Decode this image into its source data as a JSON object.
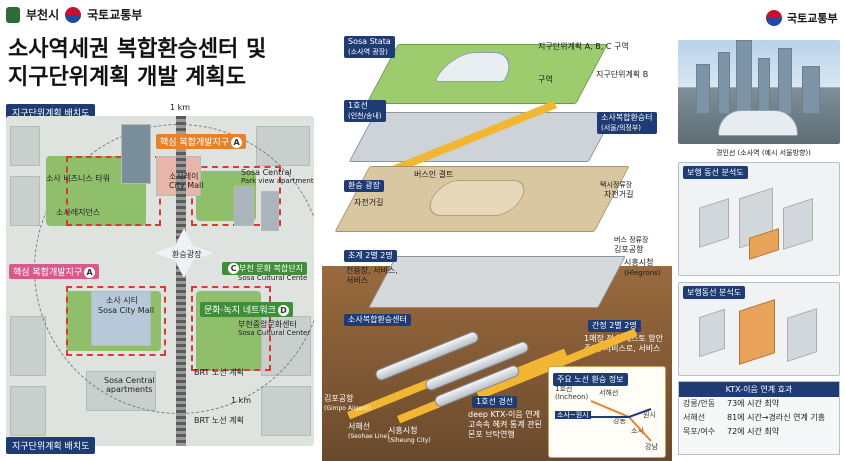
{
  "header": {
    "city_name": "부천시",
    "ministry_name": "국토교통부",
    "title_line1": "소사역세권 복합환승센터 및",
    "title_line2": "지구단위계획 개발 계획도",
    "ministry_name_right": "국토교통부"
  },
  "map": {
    "section_tag_top": "지구단위계획 배치도",
    "section_tag_bottom": "지구단위계획 배치도",
    "scale_1km_top": "1 km",
    "scale_1km_bottom": "1 km",
    "chip_core_a": "핵심 복합개발지구",
    "chip_core_a_badge": "A",
    "chip_core_a2": "핵심 복합개발지구",
    "chip_core_a2_badge": "A",
    "chip_c_label": "부천 문화 복합단지",
    "chip_c_badge": "C",
    "chip_culture": "문화·녹지 네트워크",
    "chip_culture_badge": "D",
    "labels": {
      "sosa_business_tower": "소사 비즈니스 타워",
      "sosa_residence": "소사레지던스",
      "sosa_citymall_ko": "소사레이",
      "sosa_citymall_en": "City Mall",
      "sosa_central_park": "Sosa Central",
      "park_view": "Park view apartments",
      "hub_ko": "환승광장",
      "sosa_city_mall_ko": "소사 시티",
      "sosa_city_mall_en": "Sosa City Mall",
      "bucheon_central": "부천중앙문화센터",
      "sosa_cultural_center": "Sosa Cultural Center",
      "sosa_cultural_cente2": "Sosa Cultural Cente",
      "sosa_central_apts": "Sosa Central",
      "apartments": "apartments",
      "brt_route1": "BRT 노선 계획",
      "brt_route2": "BRT 노선 계획"
    }
  },
  "diagram": {
    "sosa_stata": "Sosa Stata",
    "sosa_stata_sub": "(소사역 광장)",
    "district_abc": "지구단위계획 A, B, C 구역",
    "district_b": "지구단위계획 B",
    "station_label": "구역",
    "line1_tag": "1호선",
    "line1_sub": "(인천/송내)",
    "transit_center": "소사복합환승터",
    "transit_center_sub": "(서울/의정부)",
    "hub_plaza": "환승 광장",
    "bus_stop": "버스인 결트",
    "self_walk": "자전거길",
    "self_walk2": "자전거길",
    "taxi": "택시정류장",
    "bus_stop2": "버스 정류장",
    "gimpo_airport": "김포공항",
    "basement2": "초계 2별 2명",
    "basement2_items1": "전용장, 서비스,",
    "basement2_items2": "서비스",
    "siheung_line": "시흥시청",
    "siheung_line_en": "(Hlegrons)",
    "complex_center": "소사복합환승센터",
    "level2": "간정 2별 2명",
    "level2_items1": "1매장 전송 재스토 항안",
    "level2_items2": "주정, 서비스로, 서비스",
    "gimpo_airport2": "김포공항",
    "gimpo_airport_en": "(Gimpo Airport)",
    "seohae_line": "서해선",
    "seohae_line_en": "(Seohae Line)",
    "siheung_si": "시흥시청",
    "siheung_si_en": "(Siheung City)",
    "line1_line": "1호선 경선",
    "ktx_link1": "deep KTX-이음 연계",
    "ktx_link2": "고속속 혜켜 통계 관된",
    "ktx_link3": "몬포 브탁연행",
    "info_title": "주요 노선 환승 정보",
    "info_line1": "1호선",
    "info_line1b": "(Incheon)",
    "info_seohae": "서해선",
    "info_ktx": "소사~원시",
    "info_gangdong": "강동",
    "info_soha": "소사",
    "info_wonsi": "원시",
    "info_gangnam": "강남"
  },
  "right": {
    "photo_caption": "경인선 (소사역 (예시 서울방향))",
    "panel1_title": "보행 동선 분석도",
    "panel2_title": "보행동선 분석도",
    "effect_title": "KTX-이음 연계 효과",
    "effect_rows": [
      {
        "k": "강릉/안동",
        "v": "73에 시간 최약"
      },
      {
        "k": "서해선",
        "v": "81에 시간→경라신 연계 기흥"
      },
      {
        "k": "목포/여수",
        "v": "72에 시간 최약"
      }
    ]
  },
  "colors": {
    "navy": "#1f3b73",
    "orange": "#e8822a",
    "green": "#3f8f3a",
    "red_dash": "#d83b2f",
    "gold_track": "#f2b632"
  }
}
